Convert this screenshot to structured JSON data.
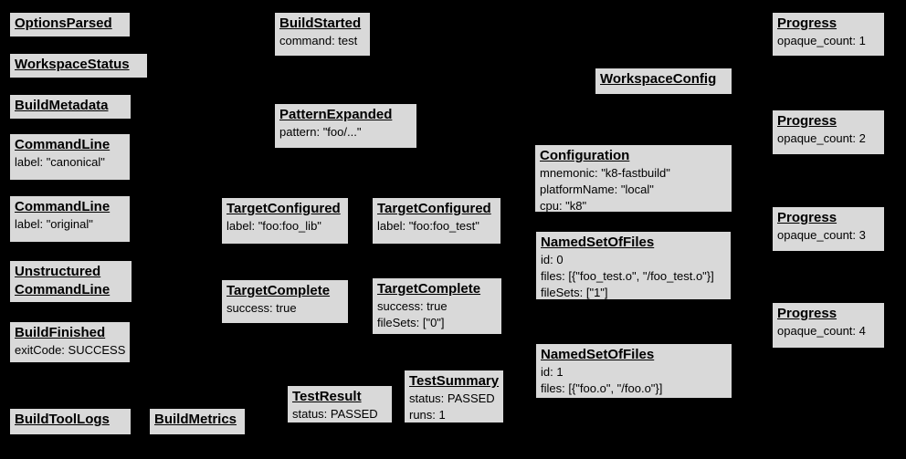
{
  "diagram": {
    "description": "Bazel Build Event Protocol event graph",
    "colors": {
      "background": "#000000",
      "box_fill": "#d9d9d9",
      "box_border": "#000000",
      "text": "#000000"
    },
    "nodes": {
      "options_parsed": {
        "title": "OptionsParsed"
      },
      "workspace_status": {
        "title": "WorkspaceStatus"
      },
      "build_metadata": {
        "title": "BuildMetadata"
      },
      "command_line_canonical": {
        "title": "CommandLine",
        "line1": "label: \"canonical\""
      },
      "command_line_original": {
        "title": "CommandLine",
        "line1": "label: \"original\""
      },
      "unstructured_command_line": {
        "title": "Unstructured",
        "title2": "CommandLine"
      },
      "build_finished": {
        "title": "BuildFinished",
        "line1": "exitCode: SUCCESS"
      },
      "build_tool_logs": {
        "title": "BuildToolLogs"
      },
      "build_metrics": {
        "title": "BuildMetrics"
      },
      "build_started": {
        "title": "BuildStarted",
        "line1": "command: test"
      },
      "pattern_expanded": {
        "title": "PatternExpanded",
        "line1": "pattern: \"foo/...\""
      },
      "target_configured_lib": {
        "title": "TargetConfigured",
        "line1": "label: \"foo:foo_lib\""
      },
      "target_configured_test": {
        "title": "TargetConfigured",
        "line1": "label: \"foo:foo_test\""
      },
      "target_complete_lib": {
        "title": "TargetComplete",
        "line1": "success: true"
      },
      "target_complete_test": {
        "title": "TargetComplete",
        "line1": "success: true",
        "line2": "fileSets: [\"0\"]"
      },
      "test_result": {
        "title": "TestResult",
        "line1": "status: PASSED"
      },
      "test_summary": {
        "title": "TestSummary",
        "line1": "status: PASSED",
        "line2": "runs: 1"
      },
      "workspace_config": {
        "title": "WorkspaceConfig"
      },
      "configuration": {
        "title": "Configuration",
        "line1": "mnemonic: \"k8-fastbuild\"",
        "line2": "platformName: \"local\"",
        "line3": "cpu: \"k8\""
      },
      "named_set_of_files_0": {
        "title": "NamedSetOfFiles",
        "line1": "id: 0",
        "line2": "files: [{\"foo_test.o\", \"/foo_test.o\"}]",
        "line3": "fileSets: [\"1\"]"
      },
      "named_set_of_files_1": {
        "title": "NamedSetOfFiles",
        "line1": "id: 1",
        "line2": "files: [{\"foo.o\", \"/foo.o\"}]"
      },
      "progress_1": {
        "title": "Progress",
        "line1": "opaque_count: 1"
      },
      "progress_2": {
        "title": "Progress",
        "line1": "opaque_count: 2"
      },
      "progress_3": {
        "title": "Progress",
        "line1": "opaque_count: 3"
      },
      "progress_4": {
        "title": "Progress",
        "line1": "opaque_count: 4"
      }
    }
  }
}
